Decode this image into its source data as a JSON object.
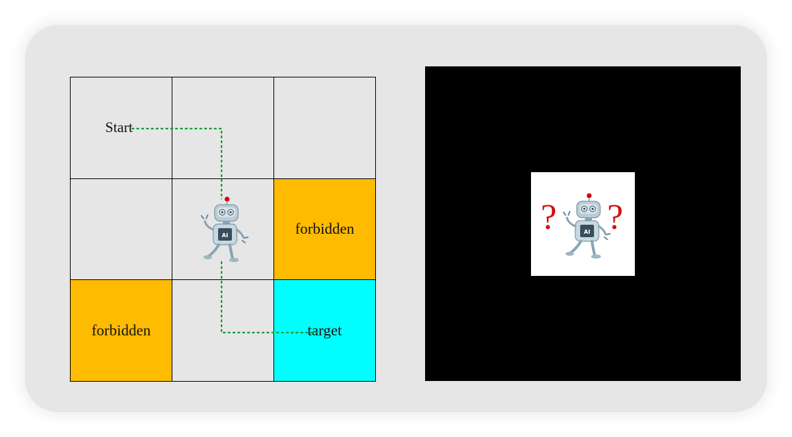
{
  "grid_world": {
    "rows": 3,
    "cols": 3,
    "cells": [
      {
        "row": 0,
        "col": 0,
        "type": "normal",
        "label": ""
      },
      {
        "row": 0,
        "col": 1,
        "type": "normal",
        "label": ""
      },
      {
        "row": 0,
        "col": 2,
        "type": "normal",
        "label": ""
      },
      {
        "row": 1,
        "col": 0,
        "type": "normal",
        "label": ""
      },
      {
        "row": 1,
        "col": 1,
        "type": "agent",
        "label": ""
      },
      {
        "row": 1,
        "col": 2,
        "type": "forbidden",
        "label": "forbidden"
      },
      {
        "row": 2,
        "col": 0,
        "type": "forbidden",
        "label": "forbidden"
      },
      {
        "row": 2,
        "col": 1,
        "type": "normal",
        "label": ""
      },
      {
        "row": 2,
        "col": 2,
        "type": "target",
        "label": "target"
      }
    ],
    "start_label": "Start",
    "path_cells": [
      [
        0,
        0
      ],
      [
        0,
        1
      ],
      [
        1,
        1
      ],
      [
        2,
        1
      ],
      [
        2,
        2
      ]
    ],
    "colors": {
      "normal": "#ffffff",
      "forbidden": "#ffbb00",
      "target": "#00ffff",
      "path": "#1a9e3c",
      "border": "#000000"
    }
  },
  "observation": {
    "background": "#000000",
    "window": "#ffffff",
    "question_mark": "?",
    "question_color": "#d01010"
  },
  "robot": {
    "icon": "robot-icon",
    "chip_text": "AI"
  }
}
